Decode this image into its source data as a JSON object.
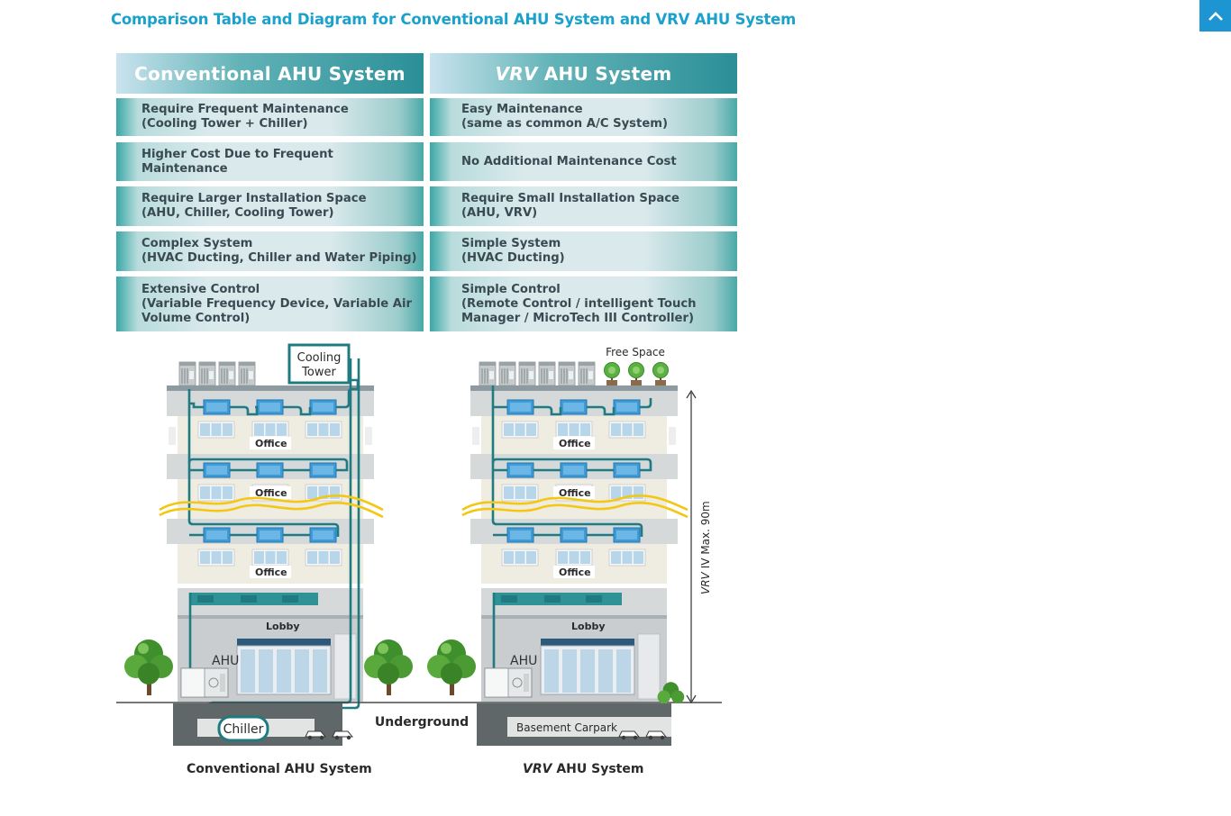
{
  "page_title": "Comparison Table and Diagram for Conventional AHU System and VRV AHU System",
  "scroll_top_icon": "chevron-up-icon",
  "colors": {
    "title": "#1aa1cc",
    "teal": "#1f7b80",
    "header_gradient": "#2b8f98",
    "window_blue": "#1e95d3",
    "wave": "#f3c713"
  },
  "table": {
    "left_header": "Conventional AHU System",
    "right_header_brand": "VRV",
    "right_header_rest": "AHU System",
    "left_rows": [
      "Require Frequent Maintenance\n(Cooling Tower + Chiller)",
      "Higher Cost Due to Frequent\nMaintenance",
      "Require Larger Installation Space\n(AHU, Chiller, Cooling Tower)",
      "Complex System\n(HVAC Ducting, Chiller and Water Piping)",
      "Extensive Control\n(Variable Frequency Device, Variable Air\nVolume Control)"
    ],
    "right_rows": [
      "Easy Maintenance\n(same as common A/C System)",
      "No Additional Maintenance Cost",
      "Require Small Installation Space\n(AHU, VRV)",
      "Simple System\n(HVAC Ducting)",
      "Simple Control\n(Remote Control / intelligent Touch\nManager / MicroTech III Controller)"
    ]
  },
  "diagram": {
    "cooling_tower_line1": "Cooling",
    "cooling_tower_line2": "Tower",
    "free_space": "Free Space",
    "office": "Office",
    "lobby": "Lobby",
    "ahu": "AHU",
    "chiller": "Chiller",
    "underground": "Underground",
    "basement": "Basement Carpark",
    "height_brand": "VRV",
    "height_rest": "IV Max. 90m"
  },
  "captions": {
    "left": "Conventional AHU System",
    "right_brand": "VRV",
    "right_rest": "AHU System"
  }
}
